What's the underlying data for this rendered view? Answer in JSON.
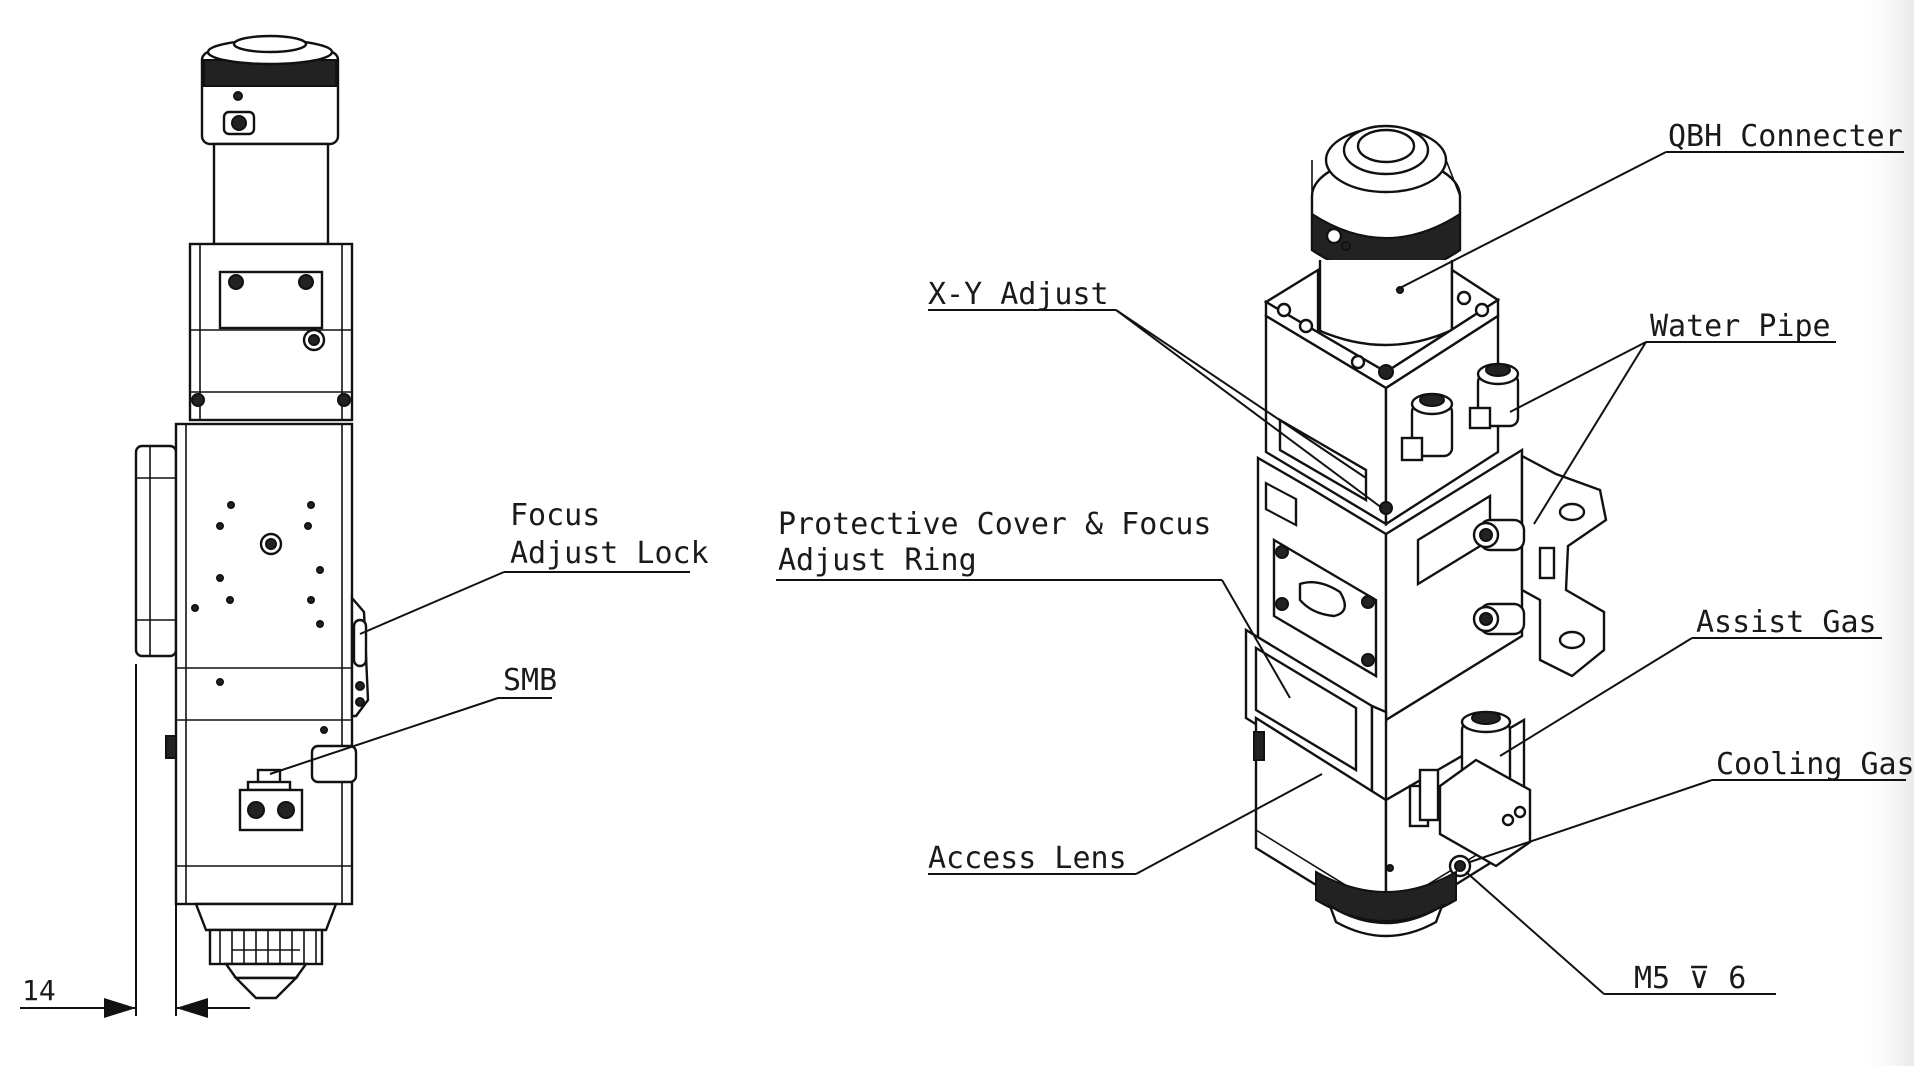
{
  "labels": {
    "focus_adjust_lock_1": "Focus",
    "focus_adjust_lock_2": "Adjust Lock",
    "smb": "SMB",
    "dimension": "14",
    "xy_adjust": "X-Y Adjust",
    "protective_cover_1": "Protective Cover & Focus",
    "protective_cover_2": "Adjust Ring",
    "access_lens": "Access Lens",
    "qbh_connecter": "QBH Connecter",
    "water_pipe": "Water Pipe",
    "assist_gas": "Assist Gas",
    "cooling_gas": "Cooling Gas",
    "thread_spec": "M5  ⊽ 6"
  },
  "colors": {
    "line": "#111111",
    "background": "#ffffff"
  }
}
